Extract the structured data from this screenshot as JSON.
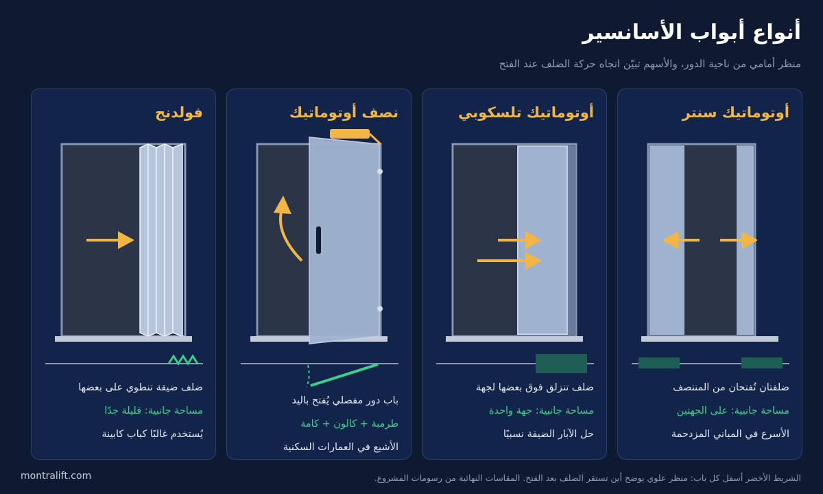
{
  "header": {
    "title": "أنواع أبواب الأسانسير",
    "subtitle": "منظر أمامي من ناحية الدور، والأسهم تبيّن اتجاه حركة الضلف عند الفتح"
  },
  "colors": {
    "background": "#0e1a31",
    "card": "#13244a",
    "accent": "#f2b646",
    "green": "#3ccf8a",
    "panel": "#9fb3cf"
  },
  "cards": [
    {
      "title": "أوتوماتيك سنتر",
      "lines": [
        "ضلفتان تُفتحان من المنتصف",
        "مساحة جانبية: على الجهتين",
        "الأسرع في المباني المزدحمة"
      ]
    },
    {
      "title": "أوتوماتيك تلسكوبي",
      "lines": [
        "ضلف تنزلق فوق بعضها لجهة",
        "مساحة جانبية: جهة واحدة",
        "حل الآبار الضيقة نسبيًا"
      ]
    },
    {
      "title": "نصف أوتوماتيك",
      "lines": [
        "باب دور مفصلي يُفتح باليد",
        "طرمبة + كالون + كامة",
        "الأشيع في العمارات السكنية"
      ]
    },
    {
      "title": "فولدنج",
      "lines": [
        "ضلف ضيقة تنطوي على بعضها",
        "مساحة جانبية: قليلة جدًا",
        "يُستخدم غالبًا كباب كابينة"
      ]
    }
  ],
  "footer": {
    "note": "الشريط الأخضر أسفل كل باب: منظر علوي يوضح أين تستقر الضلف بعد الفتح. المقاسات النهائية من رسومات المشروع.",
    "brand": "montralift.com"
  }
}
